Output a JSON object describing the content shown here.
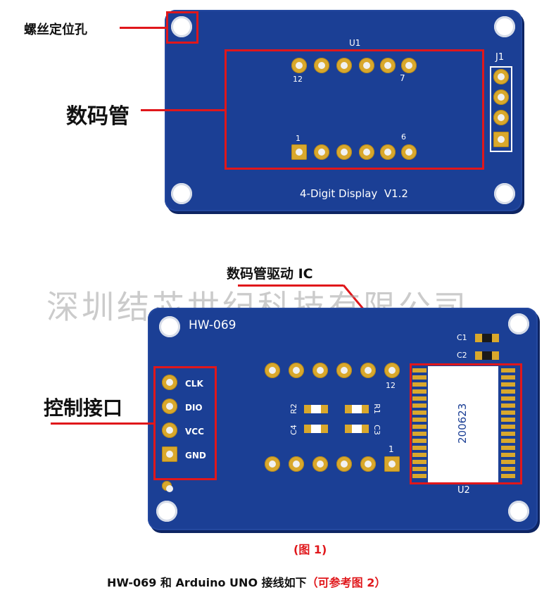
{
  "board1": {
    "label_u1": "U1",
    "label_j1": "J1",
    "pin12": "12",
    "pin7": "7",
    "pin1": "1",
    "pin6": "6",
    "silk_title": "4-Digit Display  V1.2"
  },
  "callouts": {
    "mount_hole": "螺丝定位孔",
    "digit_tube": "数码管",
    "driver_ic": "数码管驱动 IC",
    "control_port": "控制接口"
  },
  "watermark": "深圳结芯世纪科技有限公司",
  "board2": {
    "title": "HW-069",
    "c1": "C1",
    "c2": "C2",
    "pin_clk": "CLK",
    "pin_dio": "DIO",
    "pin_vcc": "VCC",
    "pin_gnd": "GND",
    "r2": "R2",
    "r1": "R1",
    "c4": "C4",
    "c3": "C3",
    "pin12": "12",
    "pin1": "1",
    "ic_code": "200623",
    "u2": "U2"
  },
  "caption": {
    "figure": "(图 1)",
    "line_prefix": "HW-069 和 Arduino UNO 接线如下",
    "line_suffix": "（可参考图 2）"
  },
  "colors": {
    "pcb_blue": "#1b3f95",
    "pad_gold": "#d9a82c",
    "highlight_red": "#e0171b"
  }
}
